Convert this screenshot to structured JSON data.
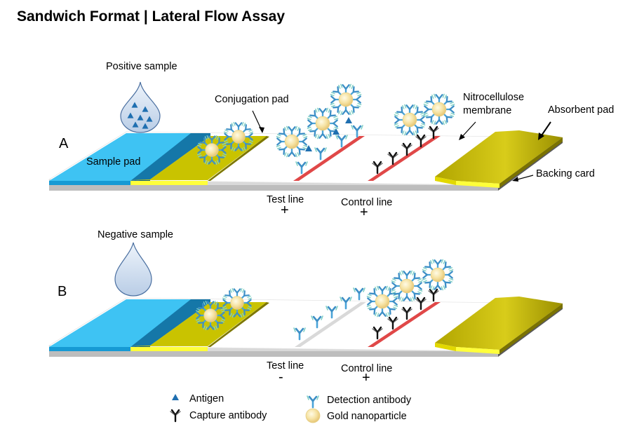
{
  "title": "Sandwich Format | Lateral Flow Assay",
  "panel_a": {
    "letter": "A",
    "sample_label": "Positive sample",
    "sample_pad": "Sample pad",
    "conjugation_pad": "Conjugation pad",
    "nitro_line1": "Nitrocellulose",
    "nitro_line2": "membrane",
    "absorbent_pad": "Absorbent pad",
    "backing_card": "Backing card",
    "test_line": "Test line",
    "control_line": "Control line",
    "test_sign": "+",
    "control_sign": "+"
  },
  "panel_b": {
    "letter": "B",
    "sample_label": "Negative sample",
    "test_line": "Test line",
    "control_line": "Control line",
    "test_sign": "-",
    "control_sign": "+"
  },
  "legend": {
    "antigen": "Antigen",
    "capture_antibody": "Capture antibody",
    "detection_antibody": "Detection antibody",
    "gold_nanoparticle": "Gold nanoparticle"
  },
  "colors": {
    "sample_pad": "#3ec3f3",
    "sample_pad_dark": "#1577a8",
    "conjugation_pad": "#ffff3a",
    "absorbent_pad": "#c3b700",
    "test_line_positive": "#e04848",
    "test_line_negative": "#d9d9d9",
    "control_line": "#e04848",
    "antigen": "#1f6fb0",
    "gold": "#f6e3a4"
  }
}
